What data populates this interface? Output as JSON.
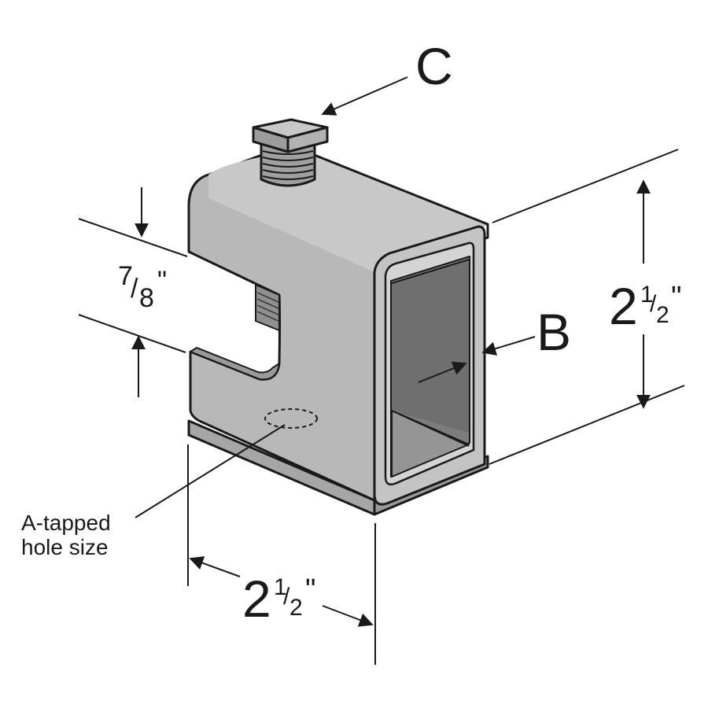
{
  "labels": {
    "c": "C",
    "b": "B",
    "gap_num": "7",
    "gap_den": "8",
    "gap_unit": "\"",
    "height_whole": "2",
    "height_num": "1",
    "height_den": "2",
    "height_unit": "\"",
    "width_whole": "2",
    "width_num": "1",
    "width_den": "2",
    "width_unit": "\"",
    "tapped_line1": "A-tapped",
    "tapped_line2": "hole size"
  },
  "colors": {
    "part_fill": "#b8b8b8",
    "part_front": "#c4c4c4",
    "part_dark": "#8f8f8f",
    "inner_shadow": "#6f6f6f",
    "stroke": "#1a1a1a",
    "background": "#ffffff"
  }
}
